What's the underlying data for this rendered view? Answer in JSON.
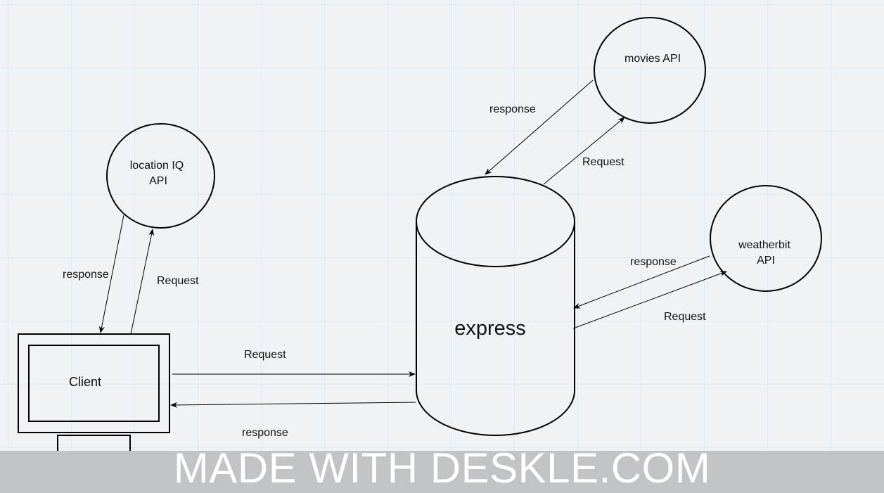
{
  "diagram": {
    "nodes": {
      "client": {
        "label": "Client"
      },
      "express": {
        "label": "express"
      },
      "location_iq": {
        "line1": "location IQ",
        "line2": "API"
      },
      "movies": {
        "label": "movies API"
      },
      "weatherbit": {
        "line1": "weatherbit",
        "line2": "API"
      }
    },
    "edges": {
      "client_to_location_request": "Request",
      "location_to_client_response": "response",
      "client_to_express_request": "Request",
      "express_to_client_response": "response",
      "express_to_movies_request": "Request",
      "movies_to_express_response": "response",
      "express_to_weatherbit_request": "Request",
      "weatherbit_to_express_response": "response"
    },
    "stroke_color": "#000000",
    "background_color": "#f0f3f6"
  },
  "watermark": {
    "text": "MADE WITH DESKLE.COM",
    "background_color": "#c1c3c6",
    "text_color": "#ffffff"
  }
}
